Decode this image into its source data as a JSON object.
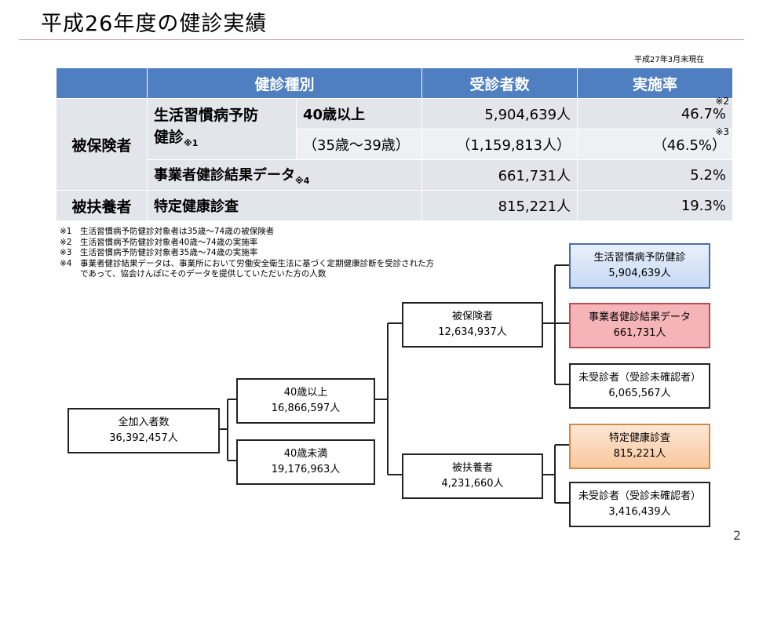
{
  "title": "平成26年度の健診実績",
  "as_of": "平成27年3月末現在",
  "table": {
    "headers": [
      "健診種別",
      "受診者数",
      "実施率"
    ],
    "group_insured": "被保険者",
    "group_dependent": "被扶養者",
    "lifestyle_label": "生活習慣病予防",
    "lifestyle_label2": "健診",
    "lifestyle_note": "※1",
    "row1": {
      "age": "40歳以上",
      "count": "5,904,639人",
      "rate": "46.7%",
      "note": "※2"
    },
    "row2": {
      "age": "（35歳～39歳）",
      "count": "（1,159,813人）",
      "rate": "（46.5%）",
      "note": "※3"
    },
    "row3": {
      "label": "事業者健診結果データ",
      "note": "※4",
      "count": "661,731人",
      "rate": "5.2%"
    },
    "row4": {
      "label": "特定健康診査",
      "count": "815,221人",
      "rate": "19.3%"
    }
  },
  "notes": [
    {
      "mark": "※1",
      "text": "生活習慣病予防健診対象者は35歳～74歳の被保険者"
    },
    {
      "mark": "※2",
      "text": "生活習慣病予防健診対象者40歳～74歳の実施率"
    },
    {
      "mark": "※3",
      "text": "生活習慣病予防健診対象者35歳～74歳の実施率"
    },
    {
      "mark": "※4",
      "text": "事業者健診結果データは、事業所において労働安全衛生法に基づく定期健康診断を受診された方"
    },
    {
      "mark": "",
      "text": "であって、協会けんぽにそのデータを提供していただいた方の人数"
    }
  ],
  "tree": {
    "total": {
      "label": "全加入者数",
      "value": "36,392,457人"
    },
    "over40": {
      "label": "40歳以上",
      "value": "16,866,597人"
    },
    "under40": {
      "label": "40歳未満",
      "value": "19,176,963人"
    },
    "insured": {
      "label": "被保険者",
      "value": "12,634,937人"
    },
    "dependent": {
      "label": "被扶養者",
      "value": "4,231,660人"
    },
    "lifestyle": {
      "label": "生活習慣病予防健診",
      "value": "5,904,639人"
    },
    "employer": {
      "label": "事業者健診結果データ",
      "value": "661,731人"
    },
    "unexam1": {
      "label": "未受診者（受診未確認者）",
      "value": "6,065,567人"
    },
    "specific": {
      "label": "特定健康診査",
      "value": "815,221人"
    },
    "unexam2": {
      "label": "未受診者（受診未確認者）",
      "value": "3,416,439人"
    }
  },
  "page_number": "2",
  "colors": {
    "header": "#4f7fc1",
    "cell": "#e2e5ea",
    "blue_box": "#c7d9f3",
    "pink_box": "#f5b5b8",
    "orange_box": "#f9c89e"
  }
}
